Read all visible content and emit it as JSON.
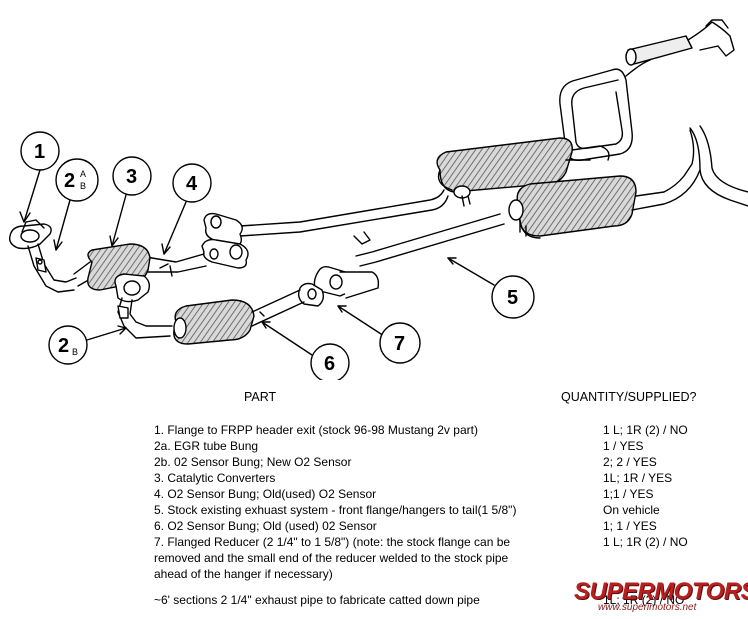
{
  "callouts": {
    "c1": "1",
    "c2ab": "2",
    "c2ab_sub_a": "A",
    "c2ab_sub_b": "B",
    "c3": "3",
    "c4": "4",
    "c5": "5",
    "c6": "6",
    "c7": "7",
    "c2b": "2",
    "c2b_sub": "B"
  },
  "table": {
    "header_part": "PART",
    "header_qty": "QUANTITY/SUPPLIED?",
    "rows": [
      {
        "text": "1.   Flange to FRPP header exit (stock 96-98 Mustang 2v part)",
        "qty": "1 L; 1R (2)  /  NO"
      },
      {
        "text": "2a. EGR tube Bung",
        "qty": "1  /  YES"
      },
      {
        "text": "2b. 02 Sensor Bung; New O2 Sensor",
        "qty": "2; 2  /  YES"
      },
      {
        "text": "3.   Catalytic Converters",
        "qty": "1L; 1R  /  YES"
      },
      {
        "text": "4.   O2 Sensor Bung; Old(used) O2 Sensor",
        "qty": "1;1  /  YES"
      },
      {
        "text": "5.   Stock existing exhuast system - front flange/hangers to tail(1 5/8\")",
        "qty": "On vehicle"
      },
      {
        "text": "6.   O2 Sensor Bung; Old (used) 02 Sensor",
        "qty": "1; 1  /  YES"
      },
      {
        "text": "7.   Flanged Reducer (2 1/4\" to 1 5/8\") (note: the stock flange can be",
        "qty": "1 L; 1R (2)  /  NO"
      },
      {
        "text": "removed and the small end of the reducer welded to the stock pipe",
        "qty": ""
      },
      {
        "text": "ahead of the hanger if necessary)",
        "qty": ""
      }
    ],
    "footer_text": "~6' sections  2 1/4\" exhaust pipe to fabricate catted down pipe",
    "footer_qty": "1L; 1R (2)  /  NO"
  },
  "watermark": {
    "brand": "SUPERMOTORS",
    "url": "www.superimotors.net"
  }
}
